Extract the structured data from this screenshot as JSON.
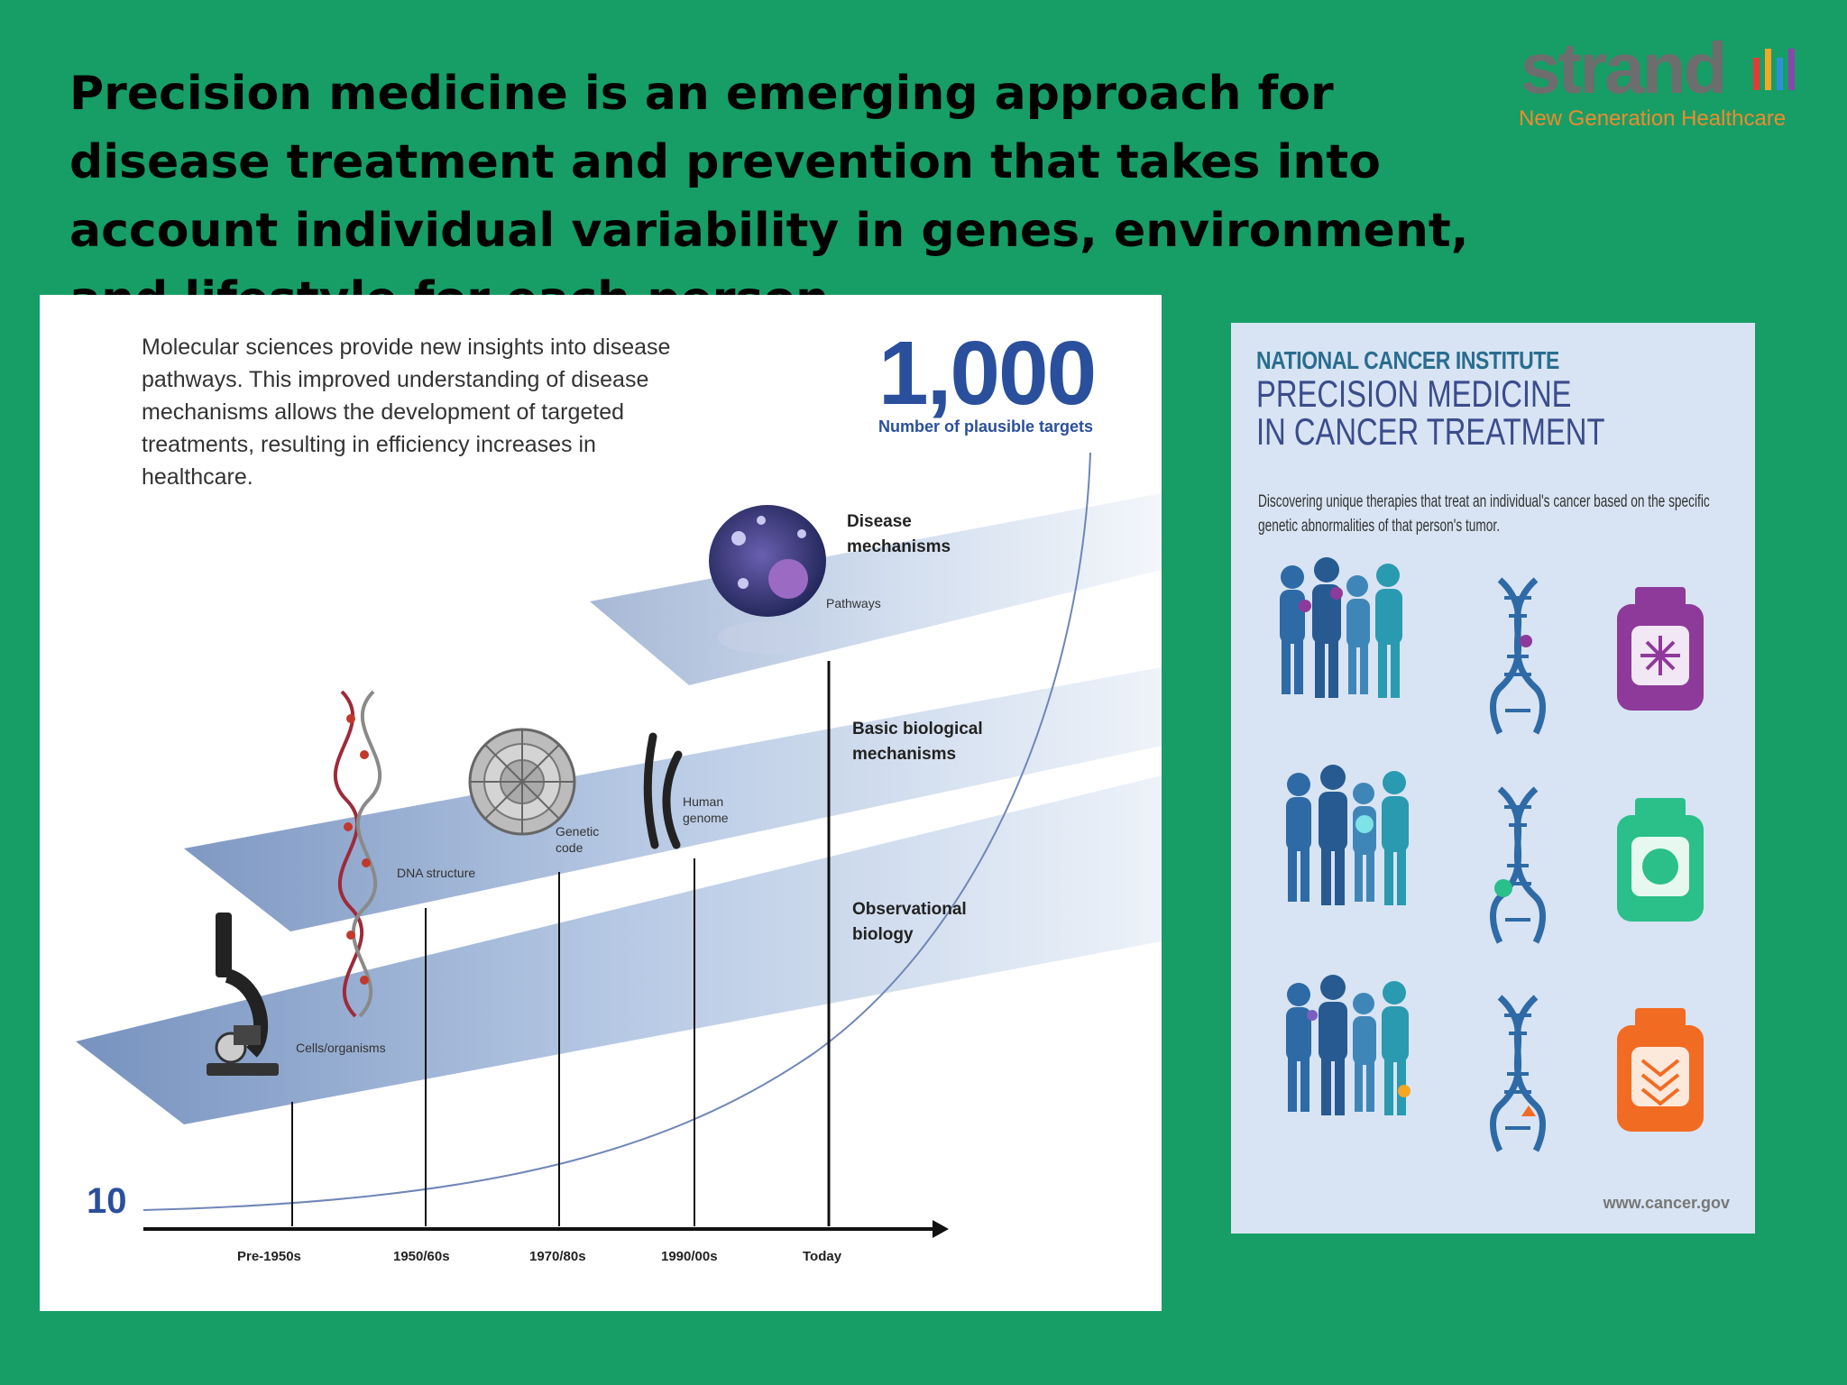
{
  "headline": {
    "bold": "Precision medicine",
    "rest": " is an emerging approach for disease treatment and prevention that takes into account individual variability in genes, environment, and lifestyle for each person."
  },
  "logo": {
    "word": "strand",
    "tagline": "New Generation Healthcare",
    "bar_colors": [
      "#e53935",
      "#f6a623",
      "#2e8fd6",
      "#8e44ad"
    ]
  },
  "infographic_left": {
    "intro": "Molecular sciences provide new insights into disease pathways. This improved understanding of disease mechanisms allows the development of targeted treatments, resulting in efficiency increases in healthcare.",
    "big_number": "1,000",
    "big_caption": "Number of plausible targets",
    "axis_start": "10",
    "levels": {
      "disease": "Disease mechanisms",
      "basic": "Basic biological mechanisms",
      "observational": "Observational biology"
    },
    "item_labels": {
      "pathways": "Pathways",
      "dna": "DNA structure",
      "genetic": "Genetic code",
      "genome": "Human genome",
      "cells": "Cells/organisms"
    },
    "ticks": [
      "Pre-1950s",
      "1950/60s",
      "1970/80s",
      "1990/00s",
      "Today"
    ],
    "accent": "#2a4f9c"
  },
  "infographic_right": {
    "org": "NATIONAL CANCER INSTITUTE",
    "title_line1": "PRECISION MEDICINE",
    "title_line2": "IN CANCER TREATMENT",
    "description": "Discovering unique therapies that treat an individual's cancer based on the specific genetic abnormalities of that person's tumor.",
    "url": "www.cancer.gov",
    "row_colors": [
      "#8e3a9a",
      "#2bbf8a",
      "#f26b22"
    ]
  }
}
